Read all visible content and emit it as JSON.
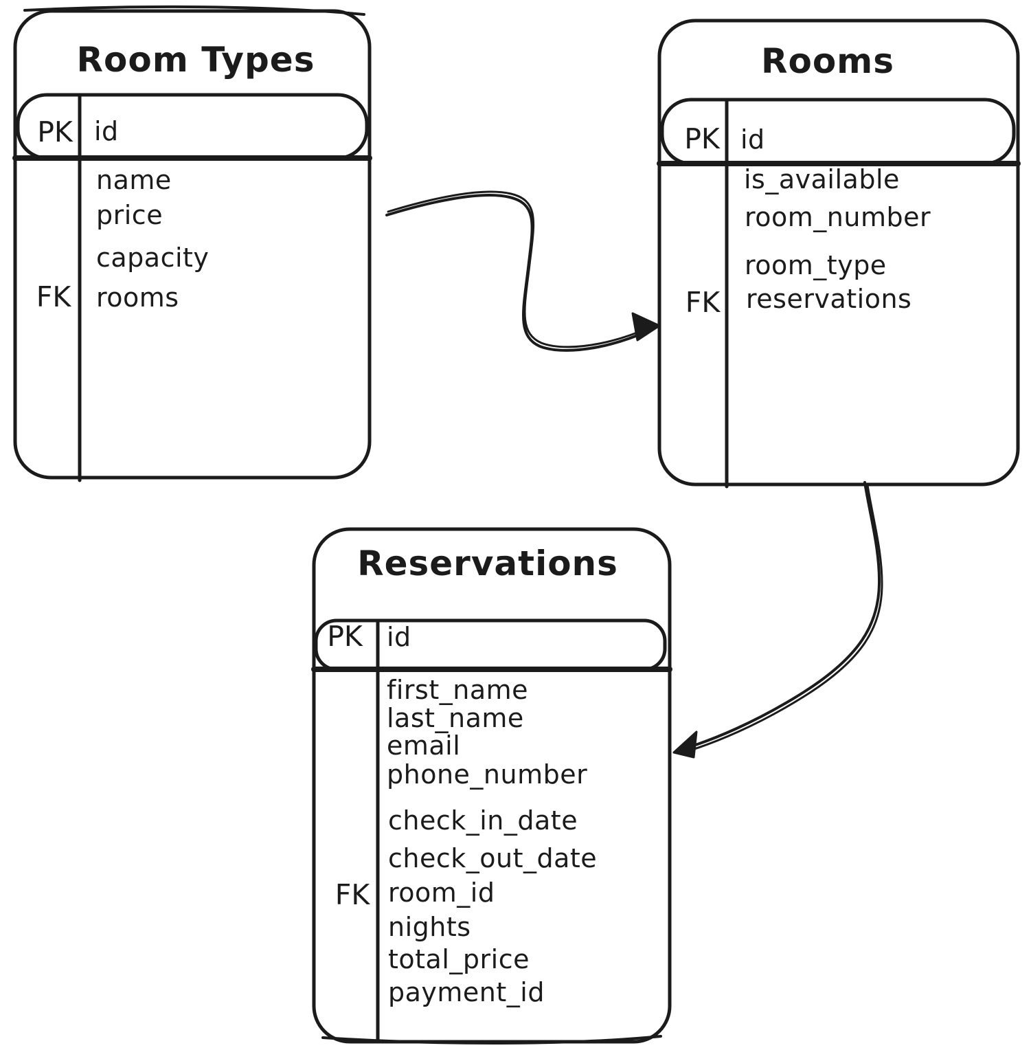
{
  "diagram": {
    "kind": "entity-relationship-diagram",
    "style": "hand-drawn",
    "colors": {
      "stroke": "#1b1b1b",
      "background": "#ffffff"
    },
    "tables": [
      {
        "title": "Room Types",
        "header": {
          "key": "PK",
          "field": "id"
        },
        "rows": [
          {
            "key": "",
            "field": "name"
          },
          {
            "key": "",
            "field": "price"
          },
          {
            "key": "",
            "field": "capacity"
          },
          {
            "key": "FK",
            "field": "rooms"
          }
        ]
      },
      {
        "title": "Rooms",
        "header": {
          "key": "PK",
          "field": "id"
        },
        "rows": [
          {
            "key": "",
            "field": "is_available"
          },
          {
            "key": "",
            "field": "room_number"
          },
          {
            "key": "",
            "field": "room_type"
          },
          {
            "key": "FK",
            "field": "reservations"
          }
        ]
      },
      {
        "title": "Reservations",
        "header": {
          "key": "PK",
          "field": "id"
        },
        "rows": [
          {
            "key": "",
            "field": "first_name"
          },
          {
            "key": "",
            "field": "last_name"
          },
          {
            "key": "",
            "field": "email"
          },
          {
            "key": "",
            "field": "phone_number"
          },
          {
            "key": "",
            "field": "check_in_date"
          },
          {
            "key": "",
            "field": "check_out_date"
          },
          {
            "key": "FK",
            "field": "room_id"
          },
          {
            "key": "",
            "field": "nights"
          },
          {
            "key": "",
            "field": "total_price"
          },
          {
            "key": "",
            "field": "payment_id"
          }
        ]
      }
    ],
    "relationships": [
      {
        "from": "Room Types",
        "to": "Rooms"
      },
      {
        "from": "Rooms",
        "to": "Reservations"
      }
    ]
  }
}
